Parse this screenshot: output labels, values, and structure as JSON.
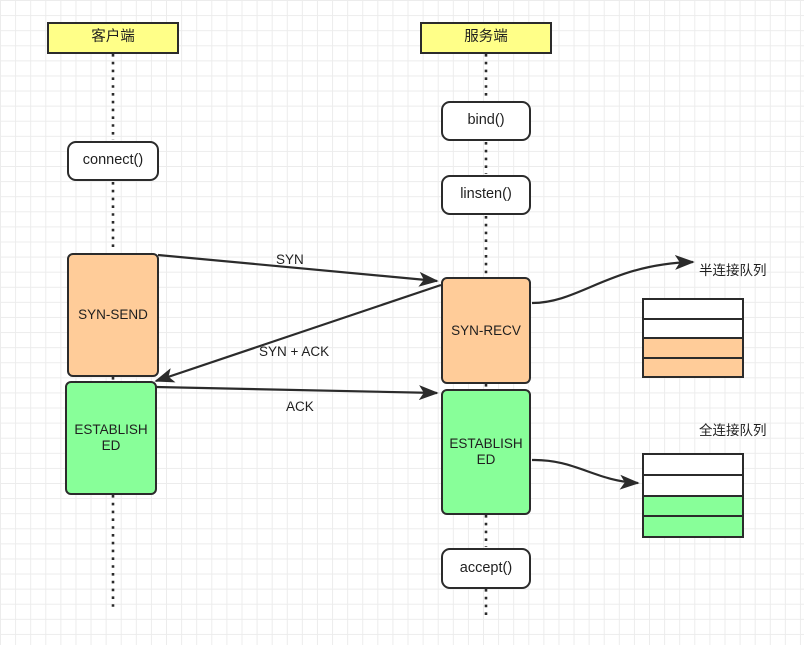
{
  "diagram": {
    "title": "TCP three-way handshake with half-connection and full-connection queues",
    "colors": {
      "actor_fill": "#ffff88",
      "process_fill": "#ffffff",
      "syn_state_fill": "#ffcc99",
      "established_fill": "#88ff99",
      "stroke": "#2b2b2b",
      "grid": "#ececec",
      "background": "#ffffff"
    }
  },
  "lifelines": {
    "client": {
      "actor_label": "客户端"
    },
    "server": {
      "actor_label": "服务端"
    }
  },
  "client_nodes": [
    {
      "id": "connect",
      "label": "connect()"
    },
    {
      "id": "syn-send",
      "label": "SYN-SEND"
    },
    {
      "id": "client-established",
      "label": "ESTABLISH\nED"
    }
  ],
  "server_nodes": [
    {
      "id": "bind",
      "label": "bind()"
    },
    {
      "id": "linsten",
      "label": "linsten()"
    },
    {
      "id": "syn-recv",
      "label": "SYN-RECV"
    },
    {
      "id": "server-established",
      "label": "ESTABLISH\nED"
    },
    {
      "id": "accept",
      "label": "accept()"
    }
  ],
  "messages": [
    {
      "id": "syn",
      "label": "SYN"
    },
    {
      "id": "syn-ack",
      "label": "SYN + ACK"
    },
    {
      "id": "ack",
      "label": "ACK"
    }
  ],
  "queues": [
    {
      "id": "half-connection-queue",
      "label": "半连接队列",
      "rows": [
        "white",
        "white",
        "orange",
        "orange"
      ]
    },
    {
      "id": "full-connection-queue",
      "label": "全连接队列",
      "rows": [
        "white",
        "white",
        "green",
        "green"
      ]
    }
  ]
}
